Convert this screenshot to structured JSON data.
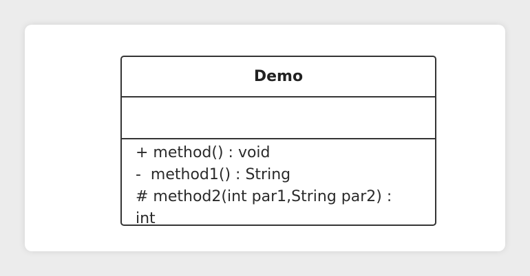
{
  "diagram": {
    "class_name": "Demo",
    "attributes": [],
    "methods": [
      "+ method() : void",
      "-  method1() : String",
      "# method2(int par1,String par2) :",
      "int"
    ]
  }
}
